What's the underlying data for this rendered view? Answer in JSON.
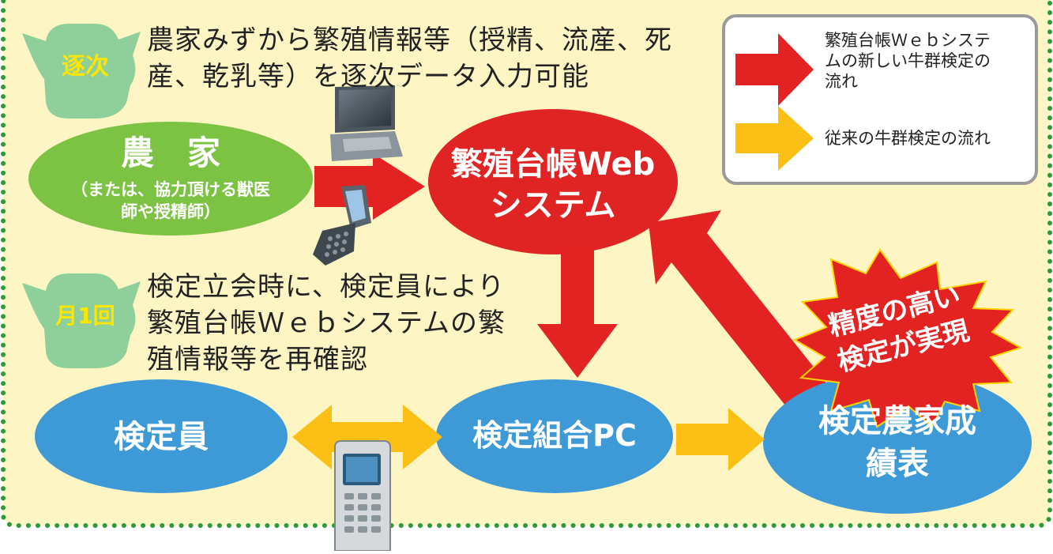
{
  "badges": {
    "sequential": "逐次",
    "monthly": "月1回"
  },
  "descriptions": {
    "sequential": "農家みずから繁殖情報等（授精、流産、死産、乾乳等）を逐次データ入力可能",
    "monthly": "検定立会時に、検定員により繁殖台帳Ｗｅｂシステムの繁殖情報等を再確認"
  },
  "nodes": {
    "farmer_title": "農　家",
    "farmer_sub": "（または、協力頂ける獣医師や授精師）",
    "web_system": "繁殖台帳Webシステム",
    "inspector": "検定員",
    "union_pc": "検定組合PC",
    "report": "検定農家成績表"
  },
  "legend": {
    "new_flow": "繁殖台帳Ｗｅｂシステムの新しい牛群検定の流れ",
    "old_flow": "従来の牛群検定の流れ"
  },
  "burst": "精度の高い検定が実現",
  "colors": {
    "background": "#fdf5c4",
    "border_dots": "#2e9a3a",
    "badge": "#8fcf9a",
    "badge_text": "#ffe600",
    "farmer": "#7cc243",
    "web_system": "#e02424",
    "blue_node": "#3e9ad6",
    "red_arrow": "#e32222",
    "yellow_arrow": "#fbbf16"
  }
}
